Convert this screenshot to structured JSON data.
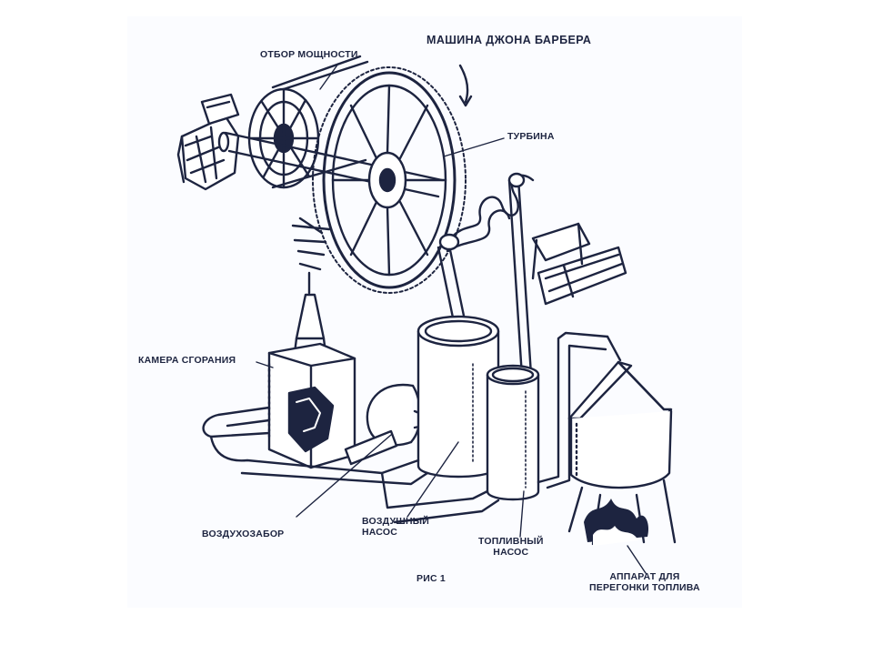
{
  "figure": {
    "title": "МАШИНА ДЖОНА БАРБЕРА",
    "caption": "РИС 1",
    "labels": {
      "power_takeoff": "ОТБОР МОЩНОСТИ",
      "turbine": "ТУРБИНА",
      "combustion_chamber": "КАМЕРА СГОРАНИЯ",
      "air_intake": "ВОЗДУХОЗАБОР",
      "air_pump_line1": "ВОЗДУШНЫЙ",
      "air_pump_line2": "НАСОС",
      "fuel_pump_line1": "ТОПЛИВНЫЙ",
      "fuel_pump_line2": "НАСОС",
      "distiller_line1": "АППАРАТ ДЛЯ",
      "distiller_line2": "ПЕРЕГОНКИ ТОПЛИВА"
    }
  },
  "colors": {
    "ink": "#1d2440",
    "paper": "#ffffff",
    "sheet": "#fbfcff"
  }
}
